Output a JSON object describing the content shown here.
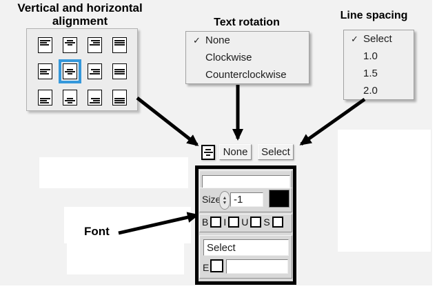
{
  "alignment_callout": {
    "title": "Vertical and horizontal alignment",
    "grid": {
      "rows": [
        "top",
        "middle",
        "bottom"
      ],
      "cols": [
        "left",
        "center",
        "right",
        "justify"
      ],
      "selected": {
        "row": "middle",
        "col": "center"
      }
    }
  },
  "rotation_callout": {
    "title": "Text rotation",
    "items": [
      {
        "label": "None",
        "checked": true
      },
      {
        "label": "Clockwise",
        "checked": false
      },
      {
        "label": "Counterclockwise",
        "checked": false
      }
    ]
  },
  "spacing_callout": {
    "title": "Line spacing",
    "items": [
      {
        "label": "Select",
        "checked": true
      },
      {
        "label": "1.0",
        "checked": false
      },
      {
        "label": "1.5",
        "checked": false
      },
      {
        "label": "2.0",
        "checked": false
      }
    ]
  },
  "font_callout": {
    "label": "Font"
  },
  "toolbar": {
    "alignment_button": "center-alignment",
    "rotation_value": "None",
    "spacing_value": "Select"
  },
  "font_panel": {
    "text_field": {
      "value": ""
    },
    "size": {
      "label": "Size",
      "value": "-1"
    },
    "color_swatch": "#000000",
    "styles": [
      {
        "label": "B",
        "checked": false
      },
      {
        "label": "I",
        "checked": false
      },
      {
        "label": "U",
        "checked": false
      },
      {
        "label": "S",
        "checked": false
      }
    ],
    "font_select": {
      "value": "Select"
    },
    "e_row": {
      "label": "E",
      "checked": false,
      "value": ""
    }
  },
  "colors": {
    "selection_blue": "#3598db",
    "panel_gray": "#d9d9d9",
    "menu_bg": "#efefef",
    "swatch_black": "#000000"
  },
  "glyphs": {
    "checkmark": "✓"
  }
}
